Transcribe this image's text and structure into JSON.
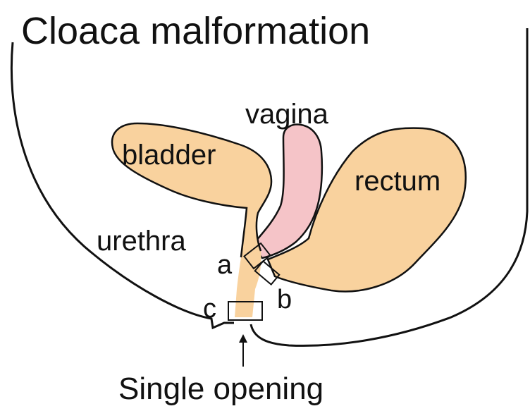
{
  "title": "Cloaca malformation",
  "labels": {
    "bladder": "bladder",
    "vagina": "vagina",
    "rectum": "rectum",
    "urethra": "urethra",
    "a": "a",
    "b": "b",
    "c": "c",
    "single_opening": "Single opening"
  },
  "colors": {
    "bladder_rectum_fill": "#f9d29e",
    "vagina_fill": "#f5c4c8",
    "outline": "#111111",
    "background": "#ffffff"
  }
}
